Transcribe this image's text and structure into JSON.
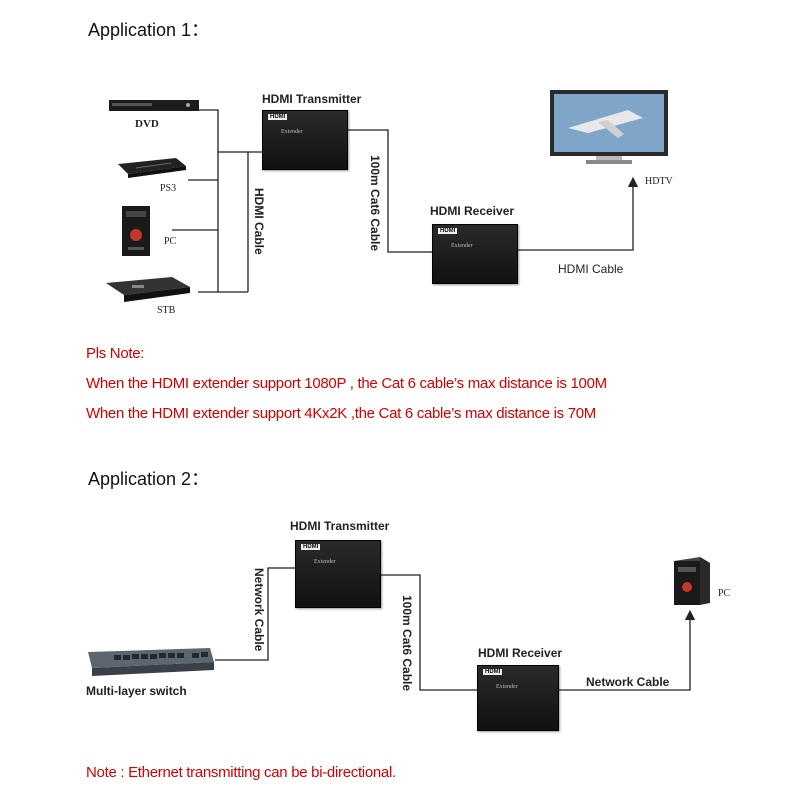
{
  "app1": {
    "title": "Application 1：",
    "sources": [
      "DVD",
      "PS3",
      "PC",
      "STB"
    ],
    "transmitter": "HDMI Transmitter",
    "receiver": "HDMI Receiver",
    "hdmi_cable_in": "HDMI Cable",
    "cat6": "100m Cat6 Cable",
    "hdmi_cable_out": "HDMI Cable",
    "display": "HDTV"
  },
  "note1": {
    "heading": "Pls Note:",
    "line1": "When the HDMI extender support 1080P , the Cat 6 cable’s max distance is 100M",
    "line2": "When the HDMI extender support 4Kx2K ,the Cat 6 cable’s max distance is 70M"
  },
  "app2": {
    "title": "Application 2：",
    "switch": "Multi-layer switch",
    "network_in": "Network Cable",
    "transmitter": "HDMI Transmitter",
    "cat6": "100m Cat6 Cable",
    "receiver": "HDMI Receiver",
    "network_out": "Network Cable",
    "pc": "PC"
  },
  "note2": "Note : Ethernet transmitting can be bi-directional.",
  "device": {
    "logo": "HDMI",
    "mid": "Extender"
  },
  "colors": {
    "note": "#d40000",
    "line": "#222222"
  }
}
